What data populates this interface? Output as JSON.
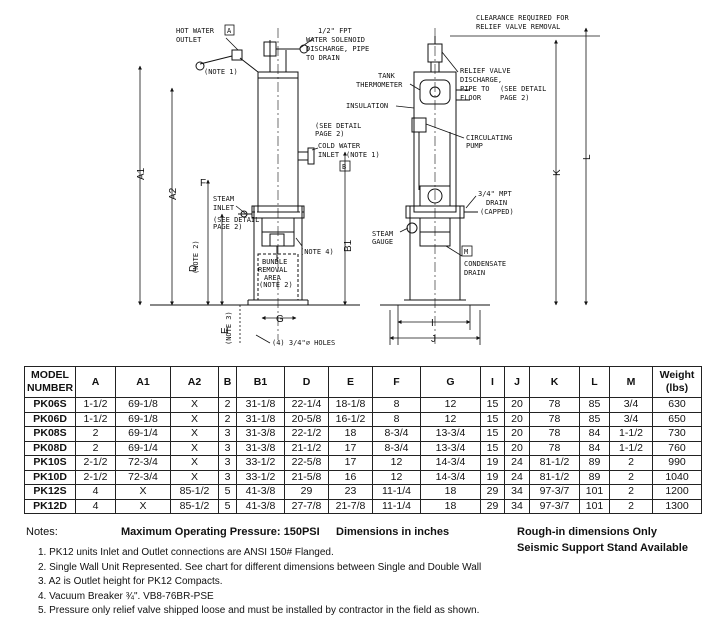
{
  "drawing": {
    "left_labels": {
      "hot_water_outlet_1": "HOT WATER",
      "hot_water_outlet_2": "OUTLET",
      "box_a": "A",
      "note_1": "(NOTE 1)",
      "fpt_1": "1/2\" FPT",
      "fpt_2": "WATER SOLENOID",
      "fpt_3": "DISCHARGE, PIPE",
      "fpt_4": "TO DRAIN",
      "see_detail_1": "(SEE DETAIL",
      "see_detail_2": "PAGE 2)",
      "cold_1": "COLD WATER",
      "cold_2": "INLET",
      "box_b": "B",
      "note_1b": "(NOTE 1)",
      "steam_1": "STEAM",
      "steam_2": "INLET",
      "see_detail_3": "(SEE DETAIL",
      "see_detail_4": "PAGE 2)",
      "note_4": "(NOTE 4)",
      "bundle_1": "BUNDLE",
      "bundle_2": "REMOVAL",
      "bundle_3": "AREA",
      "bundle_4": "(NOTE 2)",
      "note_2": "(NOTE 2)",
      "note_3": "(NOTE 3)",
      "holes": "(4) 3/4\"⌀ HOLES"
    },
    "left_dims": {
      "a1": "A1",
      "a2": "A2",
      "b1": "B1",
      "f": "F",
      "d": "D",
      "e": "E",
      "g": "G"
    },
    "right_labels": {
      "clearance_1": "CLEARANCE REQUIRED FOR",
      "clearance_2": "RELIEF VALVE REMOVAL",
      "tank_1": "TANK",
      "tank_2": "THERMOMETER",
      "insulation": "INSULATION",
      "relief_1": "RELIEF VALVE",
      "relief_2": "DISCHARGE,",
      "relief_3": "PIPE TO",
      "relief_3b": "(SEE DETAIL",
      "relief_4": "FLOOR",
      "relief_4b": "PAGE 2)",
      "circ_1": "CIRCULATING",
      "circ_2": "PUMP",
      "drain_1": "3/4\" MPT",
      "drain_2": "DRAIN",
      "drain_3": "(CAPPED)",
      "gauge_1": "STEAM",
      "gauge_2": "GAUGE",
      "box_m": "M",
      "cond_1": "CONDENSATE",
      "cond_2": "DRAIN"
    },
    "right_dims": {
      "k": "K",
      "l": "L",
      "i": "I",
      "j": "J"
    }
  },
  "table": {
    "headers": [
      "MODEL\nNUMBER",
      "A",
      "A1",
      "A2",
      "B",
      "B1",
      "D",
      "E",
      "F",
      "G",
      "I",
      "J",
      "K",
      "L",
      "M",
      "Weight\n(lbs)"
    ],
    "rows": [
      [
        "PK06S",
        "1-1/2",
        "69-1/8",
        "X",
        "2",
        "31-1/8",
        "22-1/4",
        "18-1/8",
        "8",
        "12",
        "15",
        "20",
        "78",
        "85",
        "3/4",
        "630"
      ],
      [
        "PK06D",
        "1-1/2",
        "69-1/8",
        "X",
        "2",
        "31-1/8",
        "20-5/8",
        "16-1/2",
        "8",
        "12",
        "15",
        "20",
        "78",
        "85",
        "3/4",
        "650"
      ],
      [
        "PK08S",
        "2",
        "69-1/4",
        "X",
        "3",
        "31-3/8",
        "22-1/2",
        "18",
        "8-3/4",
        "13-3/4",
        "15",
        "20",
        "78",
        "84",
        "1-1/2",
        "730"
      ],
      [
        "PK08D",
        "2",
        "69-1/4",
        "X",
        "3",
        "31-3/8",
        "21-1/2",
        "17",
        "8-3/4",
        "13-3/4",
        "15",
        "20",
        "78",
        "84",
        "1-1/2",
        "760"
      ],
      [
        "PK10S",
        "2-1/2",
        "72-3/4",
        "X",
        "3",
        "33-1/2",
        "22-5/8",
        "17",
        "12",
        "14-3/4",
        "19",
        "24",
        "81-1/2",
        "89",
        "2",
        "990"
      ],
      [
        "PK10D",
        "2-1/2",
        "72-3/4",
        "X",
        "3",
        "33-1/2",
        "21-5/8",
        "16",
        "12",
        "14-3/4",
        "19",
        "24",
        "81-1/2",
        "89",
        "2",
        "1040"
      ],
      [
        "PK12S",
        "4",
        "X",
        "85-1/2",
        "5",
        "41-3/8",
        "29",
        "23",
        "11-1/4",
        "18",
        "29",
        "34",
        "97-3/7",
        "101",
        "2",
        "1200"
      ],
      [
        "PK12D",
        "4",
        "X",
        "85-1/2",
        "5",
        "41-3/8",
        "27-7/8",
        "21-7/8",
        "11-1/4",
        "18",
        "29",
        "34",
        "97-3/7",
        "101",
        "2",
        "1300"
      ]
    ]
  },
  "notes": {
    "label": "Notes:",
    "pressure": "Maximum Operating Pressure: 150PSI",
    "dimensions": "Dimensions in inches",
    "rough_in": "Rough-in dimensions Only",
    "seismic": "Seismic Support Stand Available",
    "items": [
      "1.  PK12 units Inlet and Outlet connections are ANSI 150# Flanged.",
      "2.  Single Wall Unit Represented. See chart for different dimensions between Single and Double Wall",
      "3.  A2 is Outlet height for PK12 Compacts.",
      "4.  Vacuum Breaker ¾\". VB8-76BR-PSE",
      "5.  Pressure only relief valve shipped loose and must be installed by contractor in the field as shown."
    ]
  }
}
